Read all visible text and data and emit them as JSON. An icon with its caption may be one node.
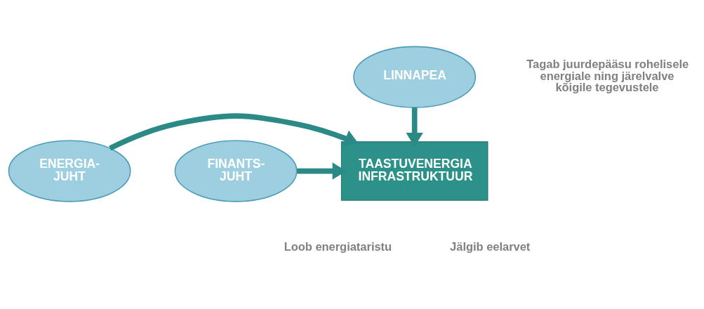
{
  "diagram": {
    "nodes": [
      {
        "text": [
          "LINNAPEA"
        ]
      },
      {
        "text": [
          "TAASTUVENERGIA INFRASTRUKTUUR"
        ]
      },
      {
        "text": [
          "ENERGIA- JUHT"
        ]
      },
      {
        "text": [
          "FINANTS- JUHT"
        ]
      }
    ],
    "edges": [
      {
        "from": 0,
        "to": 1,
        "arrow": "to"
      },
      {
        "from": 2,
        "to": 1,
        "arrow": "to"
      },
      {
        "from": 3,
        "to": 1,
        "arrow": "to"
      }
    ],
    "labels": [
      "Tagab juurdepääsu rohelisele energiale ning järelvalve kõigile tegevustele",
      "Loob energiataristu",
      "Jälgib eelarvet"
    ]
  }
}
